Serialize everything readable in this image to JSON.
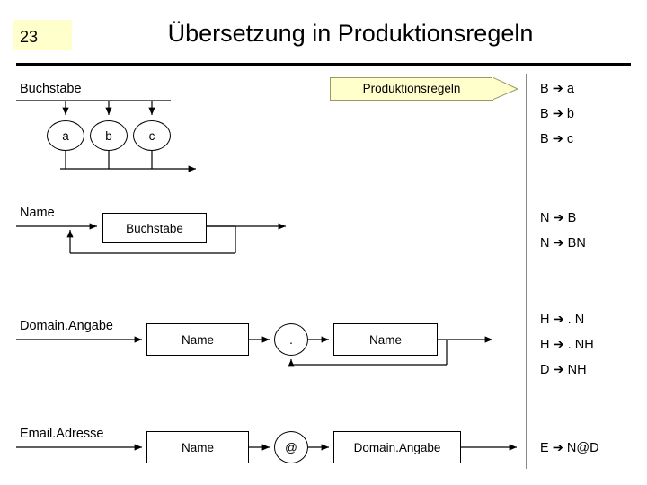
{
  "slide": {
    "number": "23",
    "title": "Übersetzung in Produktionsregeln"
  },
  "callout": {
    "label": "Produktionsregeln"
  },
  "rows": [
    {
      "label": "Buchstabe"
    },
    {
      "label": "Name"
    },
    {
      "label": "Domain.Angabe"
    },
    {
      "label": "Email.Adresse"
    }
  ],
  "nodes": {
    "buchstabe_a": "a",
    "buchstabe_b": "b",
    "buchstabe_c": "c",
    "name_buchstabe": "Buchstabe",
    "domain_name1": "Name",
    "domain_dot": ".",
    "domain_name2": "Name",
    "email_name": "Name",
    "email_at": "@",
    "email_domain": "Domain.Angabe"
  },
  "productions": [
    {
      "text": "B ➔ a",
      "group": 1
    },
    {
      "text": "B ➔ b",
      "group": 1
    },
    {
      "text": "B ➔ c",
      "group": 1
    },
    {
      "text": "N ➔ B",
      "group": 2
    },
    {
      "text": "N ➔ BN",
      "group": 2
    },
    {
      "text": "H ➔ . N",
      "group": 3
    },
    {
      "text": "H ➔ . NH",
      "group": 3
    },
    {
      "text": "D ➔ NH",
      "group": 3
    },
    {
      "text": "E ➔ N@D",
      "group": 4
    }
  ],
  "colors": {
    "slide_number_bg": "#ffffcc",
    "callout_bg": "#ffffcc",
    "callout_border": "#999966",
    "divider": "#888888",
    "line": "#000000",
    "text": "#000000"
  }
}
